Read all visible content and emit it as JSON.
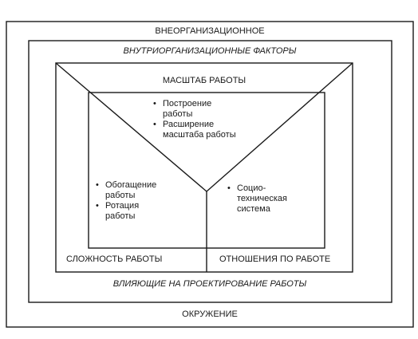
{
  "diagram": {
    "outer_label": "ВНЕОРГАНИЗАЦИОННОЕ",
    "inner_top_label": "ВНУТРИОРГАНИЗАЦИОННЫЕ ФАКТОРЫ",
    "scale_label": "МАСШТАБ РАБОТЫ",
    "complexity_label": "СЛОЖНОСТЬ РАБОТЫ",
    "relations_label": "ОТНОШЕНИЯ ПО РАБОТЕ",
    "inner_bottom_label": "ВЛИЯЮЩИЕ НА ПРОЕКТИРОВАНИЕ РАБОТЫ",
    "outer_bottom_label": "ОКРУЖЕНИЕ",
    "top_bullets": [
      "Построение\nработы",
      "Расширение\nмасштаба работы"
    ],
    "left_bullets": [
      "Обогащение\nработы",
      "Ротация\nработы"
    ],
    "right_bullets": [
      "Социо-\nтехническая\nсистема"
    ]
  }
}
